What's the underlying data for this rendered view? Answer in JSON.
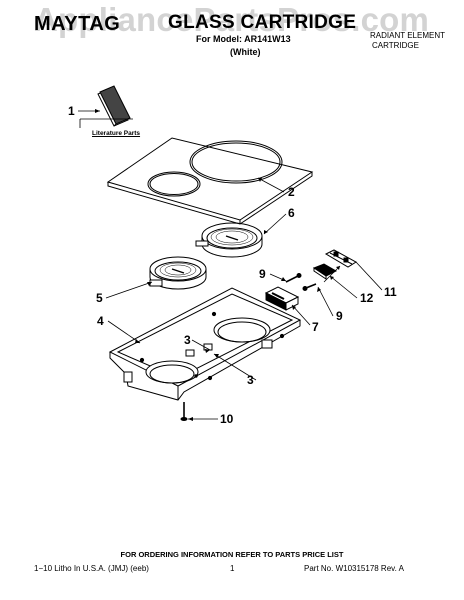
{
  "header": {
    "brand": "MAYTAG",
    "title": "GLASS CARTRIDGE",
    "model_line": "For Model: AR141W13",
    "variant": "(White)",
    "reference_line_1": "RADIANT ELEMENT",
    "reference_line_2": "CARTRIDGE"
  },
  "watermark": "AppliancePartsPros.com",
  "diagram": {
    "literature_label": "Literature Parts",
    "callouts": [
      "1",
      "2",
      "6",
      "9",
      "11",
      "5",
      "12",
      "4",
      "7",
      "9",
      "3",
      "3",
      "10"
    ]
  },
  "footer": {
    "ordering_note": "FOR ORDERING INFORMATION REFER TO PARTS PRICE LIST",
    "left": "1−10 Litho In U.S.A. (JMJ) (eeb)",
    "page": "1",
    "right": "Part No. W10315178 Rev. A"
  }
}
